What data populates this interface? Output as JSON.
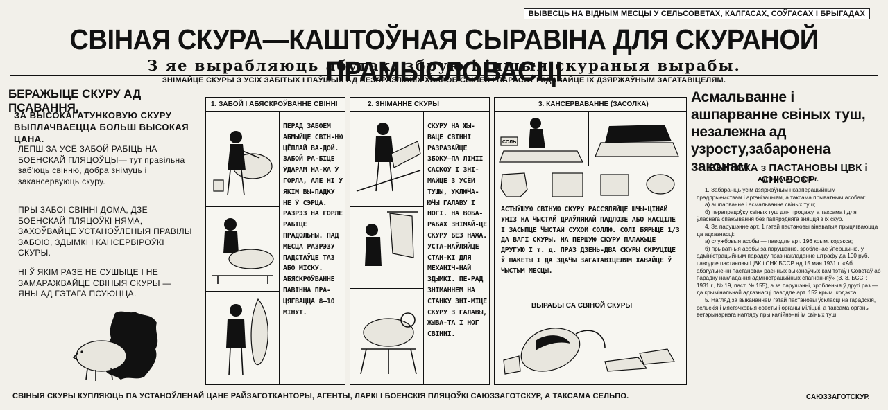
{
  "top_note": "ВЫВЕСЦЬ НА ВІДНЫМ МЕСЦЫ У СЕЛЬСОВЕТАХ, КАЛГАСАХ, СОЎГАСАХ І БРЫГАДАХ",
  "headline": "СВІНАЯ СКУРА—КАШТОЎНАЯ СЫРАВІНА ДЛЯ СКУРАНОЙ ПРАМЫСЛОВАСЦІ",
  "subheadline": "З яе вырабляюць абутак, збрую і іншыя скураныя вырабы.",
  "instruction": "ЗНІМАЙЦЕ СКУРЫ З УСІХ ЗАБІТЫХ І ПАЎШЫХ АД НЕЗАРАЗЛІВЫХ ХВАРОБ СВІНЕЙ І ПАРАСЯТ І ЗДАВАЙЦЕ ІХ ДЗЯРЖАЎНЫМ ЗАГАТАВІЦЕЛЯМ.",
  "left_column": {
    "title": "БЕРАЖЫЦЕ СКУРУ АД ПСАВАННЯ,",
    "subtitle": "ЗА ВЫСОКАГАТУНКОВУЮ СКУРУ ВЫПЛАЧВАЕЦЦА БОЛЬШ ВЫСОКАЯ ЦАНА.",
    "paragraph_1": "ЛЕПШ ЗА УСЁ ЗАБОЙ РАБІЦЬ НА БОЕНСКАЙ ПЛЯЦОЎЦЫ— тут правільна заб'юць свінню, добра знімуць і закансервуюць скуру.",
    "paragraph_2": "ПРЫ ЗАБОІ СВІННІ ДОМА, ДЗЕ БОЕНСКАЙ ПЛЯЦОЎКІ НЯМА, ЗАХОЎВАЙЦЕ УСТАНОЎЛЕНЫЯ ПРАВІЛЫ ЗАБОЮ, ЗДЫМКІ І КАНСЕРВІРОЎКІ СКУРЫ.",
    "paragraph_3": "НІ Ў ЯКІМ РАЗЕ НЕ СУШЫЦЕ І НЕ ЗАМАРАЖВАЙЦЕ СВІНЫЯ СКУРЫ — ЯНЫ АД ГЭТАГА ПСУЮЦЦА."
  },
  "section_1": {
    "title": "1. ЗАБОЙ І АБЯСКРОЎВАННЕ СВІННІ",
    "text": "ПЕРАД ЗАБОЕМ АБМЫЙЦЕ СВІН-НЮ ЦЁПЛАЙ ВА-ДОЙ. ЗАБОЙ РА-БІЦЕ ЎДАРАМ НА-ЖА Ў ГОРЛА, АЛЕ НІ Ў ЯКІМ ВЫ-ПАДКУ НЕ Ў СЭРЦА. РАЗРЭЗ НА ГОРЛЕ РАБІЦЕ ПРАДОЛЬНЫ. ПАД МЕСЦА РАЗРЭЗУ ПАДСТАЎЦЕ ТАЗ АБО МІСКУ. АБЯСКРОЎВАННЕ ПАВІННА ПРА-ЦЯГВАЦЦА 8—10 МІНУТ."
  },
  "section_2": {
    "title": "2. ЗНІМАННЕ СКУРЫ",
    "text": "СКУРУ НА ЖЫ-ВАЦЕ СВІННІ РАЗРАЗАЙЦЕ ЗБОКУ—ПА ЛІНІІ САСКОЎ І ЗНІ-МАЙЦЕ З УСЁЙ ТУШЫ, УКЛЮЧА-ЮЧЫ ГАЛАВУ І НОГІ. НА ВОБА-РАБАХ ЗНІМАЙ-ЦЕ СКУРУ БЕЗ НАЖА. УСТА-НАЎЛЯЙЦЕ СТАН-КІ ДЛЯ МЕХАНІЧ-НАЙ ЗДЫМКІ. ПЕ-РАД ЗНІМАННЕМ НА СТАНКУ ЗНІ-МІЦЕ СКУРУ З ГАЛАВЫ, ЖЫВА-ТА І НОГ СВІННІ."
  },
  "section_3": {
    "title": "3. КАНСЕРВАВАННЕ (ЗАСОЛКА)",
    "text": "АСТЫЎШУЮ СВІНУЮ СКУРУ РАССЯЛЯЙЦЕ ШЧЫ-ЦІНАЙ УНІЗ НА ЧЫСТАЙ ДРАЎЛЯНАЙ ПАДЛОЗЕ АБО НАСЦІЛЕ І ЗАСЫПЦЕ ЧЫСТАЙ СУХОЙ СОЛЛЮ. СОЛІ БЯРЫЦЕ 1/3 ДА ВАГІ СКУРЫ. НА ПЕРШУЮ СКУРУ ПАЛАЖЫЦЕ ДРУГУЮ І т. д. ПРАЗ ДЗЕНЬ-ДВА СКУРЫ СКРУЦІЦЕ Ў ПАКЕТЫ І ДА ЗДАЧЫ ЗАГАТАВІЦЕЛЯМ ХАВАЙЦЕ Ў ЧЫСТЫМ МЕСЦЫ.",
    "products_title": "ВЫРАБЫ СА СВІНОЙ СКУРЫ",
    "salt_label": "СОЛЬ"
  },
  "right_column": {
    "headline": "Асмальванне і ашпарванне свіных туш, незалежна ад узросту,забаронена законам",
    "extract_title": "ВЫПІСКА з ПАСТАНОВЫ ЦВК і СНК БССР",
    "extract_date": "АД 15 МАЯ 1931 г.",
    "p1": "1. Забараніць усім дзяржаўным і кааперацыйным прадпрыемствам і арганізацыям, а таксама прыватным асобам:",
    "p1a": "а) ашпарванне і асмальванне свіных туш;",
    "p1b": "б) перапрацоўку свіных туш для продажу, а таксама і для ўласнага спажывання без папярэдняга зняцця з іх скур.",
    "p4": "4. За парушэнне арт. 1 гэтай пастановы вінаватыя прыцягваюцца да адказнасці:",
    "p4a": "а) службовыя асобы — паводле арт. 196 крым. кодэкса;",
    "p4b": "б) прыватныя асобы за парушэнне, зробленае ўпершыню, у адміністрацыйным парадку праз накладанне штрафу да 100 руб. паводле пастановы ЦВК і СНК БССР ад 15 мая 1931 г. «Аб абагульненні пастановах раённых выканаўчых камітэтаў і Советаў аб парадку накладання адміністрацыйных спагнанняў» (З. З. БССР, 1931 г., № 19, паст. № 155), а за парушэнні, зробленыя ў другі раз — да крымінальнай адказнасці паводле арт. 152 крым. кодэкса.",
    "p5": "5. Нагляд за выкананнем гэтай пастановы ўскласці на гарадскія, сельскія і мястэчковыя советы і органы міліцыі, а таксама органы ветэрынарнага нагляду пры калійнэнні ім свіных туш."
  },
  "bottom_line": "СВІНЫЯ СКУРЫ КУПЛЯЮЦЬ ПА УСТАНОЎЛЕНАЙ ЦАНЕ РАЙЗАГОТКАНТОРЫ, АГЕНТЫ, ЛАРКІ І БОЕНСКІЯ ПЛЯЦОЎКІ САЮЗЗАГОТСКУР, А ТАКСАМА СЕЛЬПО.",
  "signature": "САЮЗЗАГОТСКУР."
}
